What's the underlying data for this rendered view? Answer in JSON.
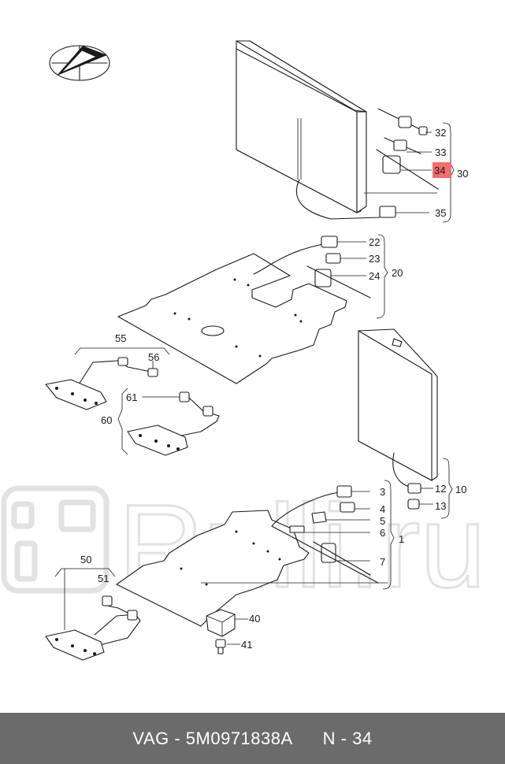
{
  "callouts": {
    "c32": "32",
    "c33": "33",
    "c34": "34",
    "c30": "30",
    "c35": "35",
    "c22": "22",
    "c23": "23",
    "c24": "24",
    "c20": "20",
    "c55": "55",
    "c56": "56",
    "c61": "61",
    "c60": "60",
    "c10": "10",
    "c12": "12",
    "c13": "13",
    "c3": "3",
    "c4": "4",
    "c5": "5",
    "c6": "6",
    "c1": "1",
    "c7": "7",
    "c50": "50",
    "c51": "51",
    "c40": "40",
    "c41": "41"
  },
  "highlight": {
    "part": "34",
    "color": "#f26d6d"
  },
  "watermark": {
    "text": "Rulli.ru"
  },
  "footer": {
    "brand": "VAG - 5M0971838A",
    "ref": "N - 34",
    "background": "#6b6b6b"
  }
}
